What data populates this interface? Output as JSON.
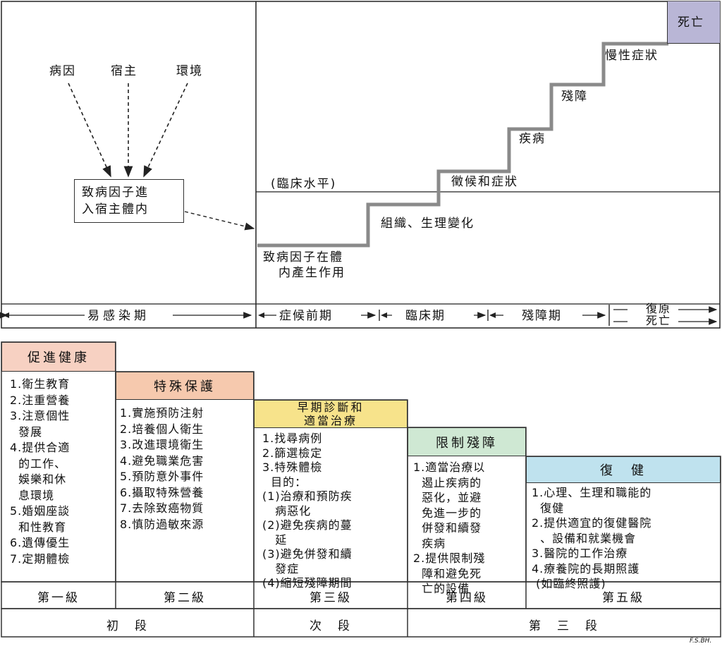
{
  "top_left": {
    "factors": [
      "病因",
      "宿主",
      "環境"
    ],
    "entry_box": [
      "致病因子進",
      "入宿主體内"
    ],
    "period": "易感染期"
  },
  "top_right": {
    "death_box": "死亡",
    "clinical_level": "(臨床水平)",
    "stages": {
      "action": [
        "致病因子在體",
        "内產生作用"
      ],
      "tissue": "組織、生理變化",
      "signs": "徵候和症狀",
      "disease": "疾病",
      "disability": "殘障",
      "chronic": "慢性症狀"
    },
    "periods": {
      "presymptomatic": "症候前期",
      "clinical": "臨床期",
      "disability": "殘障期",
      "recovery": "復原",
      "death": "死亡"
    }
  },
  "colors": {
    "level1_header": "#f7d1c2",
    "level2_header": "#f6c9ae",
    "level3_header": "#f7e38b",
    "level4_header": "#cfe8d3",
    "level5_header": "#bfe2ee",
    "death_box": "#b9b6d6",
    "stair": "#8a8a8a"
  },
  "levels": [
    {
      "header": "促進健康",
      "items": [
        "1.衛生教育",
        "2.注重營養",
        "3.注意個性",
        "  發展",
        "4.提供合適",
        "  的工作、",
        "  娛樂和休",
        "  息環境",
        "5.婚姻座談",
        "  和性教育",
        "6.遺傳優生",
        "7.定期體檢"
      ],
      "level": "第一級"
    },
    {
      "header": "特殊保護",
      "items": [
        "1.實施預防注射",
        "2.培養個人衛生",
        "3.改進環境衛生",
        "4.避免職業危害",
        "5.預防意外事件",
        "6.攝取特殊營養",
        "7.去除致癌物質",
        "8.慎防過敏來源"
      ],
      "level": "第二級"
    },
    {
      "header": [
        "早期診斷和",
        "適當治療"
      ],
      "items": [
        "1.找尋病例",
        "2.篩選檢定",
        "3.特殊體檢",
        "  目的：",
        "(1)治療和預防疾",
        "   病惡化",
        "(2)避免疾病的蔓",
        "   延",
        "(3)避免併發和續",
        "   發症",
        "(4)縮短殘障期間"
      ],
      "level": "第三級"
    },
    {
      "header": "限制殘障",
      "items": [
        "1.適當治療以",
        "  遏止疾病的",
        "  惡化，並避",
        "  免進一步的",
        "  併發和續發",
        "  疾病",
        "2.提供限制殘",
        "  障和避免死",
        "  亡的設備"
      ],
      "level": "第四級"
    },
    {
      "header": "復　健",
      "items": [
        "1.心理、生理和職能的",
        "  復健",
        "2.提供適宜的復健醫院",
        "  、設備和就業機會",
        "3.醫院的工作治療",
        "4.療養院的長期照護",
        " (如臨終照護)"
      ],
      "level": "第五級"
    }
  ],
  "phases": [
    "初　段",
    "次　段",
    "第　三　段"
  ],
  "credit": "F.S.BH."
}
